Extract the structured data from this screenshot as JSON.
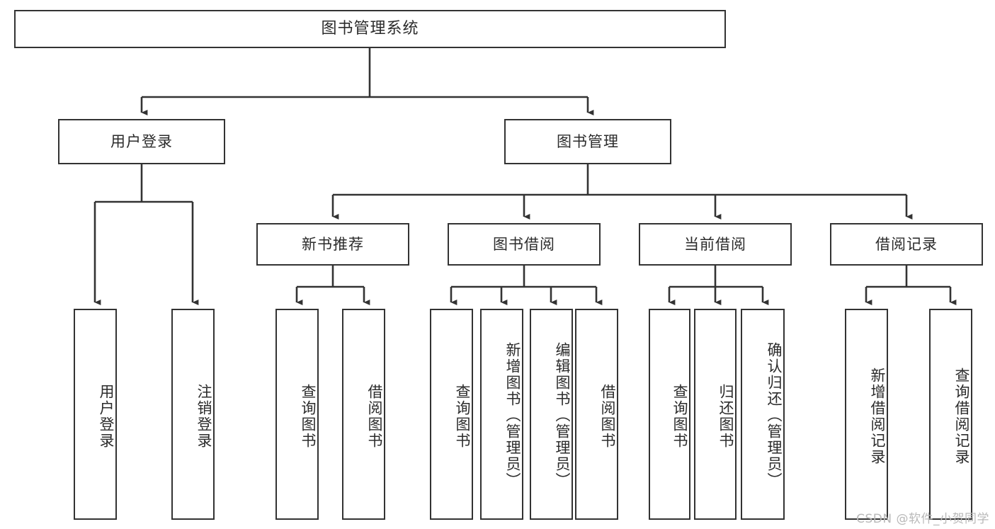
{
  "diagram": {
    "title": "图书管理系统",
    "type": "tree-hierarchy",
    "colors": {
      "box_border": "#333333",
      "box_fill": "#ffffff",
      "connector": "#333333",
      "text": "#2b2b2b",
      "watermark": "#b9b9b9",
      "background": "#ffffff"
    }
  },
  "root": {
    "label": "图书管理系统"
  },
  "level2": [
    {
      "label": "用户登录"
    },
    {
      "label": "图书管理"
    }
  ],
  "level3": [
    {
      "label": "新书推荐"
    },
    {
      "label": "图书借阅"
    },
    {
      "label": "当前借阅"
    },
    {
      "label": "借阅记录"
    }
  ],
  "leaves": {
    "user_login": [
      {
        "label": "用户登录"
      },
      {
        "label": "注销登录"
      }
    ],
    "new_book": [
      {
        "label": "查询图书"
      },
      {
        "label": "借阅图书"
      }
    ],
    "book_borrow": [
      {
        "label": "查询图书"
      },
      {
        "label": "新增图书（管理员）"
      },
      {
        "label": "编辑图书（管理员）"
      },
      {
        "label": "借阅图书"
      }
    ],
    "current_borrow": [
      {
        "label": "查询图书"
      },
      {
        "label": "归还图书"
      },
      {
        "label": "确认归还（管理员）"
      }
    ],
    "borrow_record": [
      {
        "label": "新增借阅记录"
      },
      {
        "label": "查询借阅记录"
      }
    ]
  },
  "watermark": {
    "text": "CSDN @软件_小贺同学"
  }
}
